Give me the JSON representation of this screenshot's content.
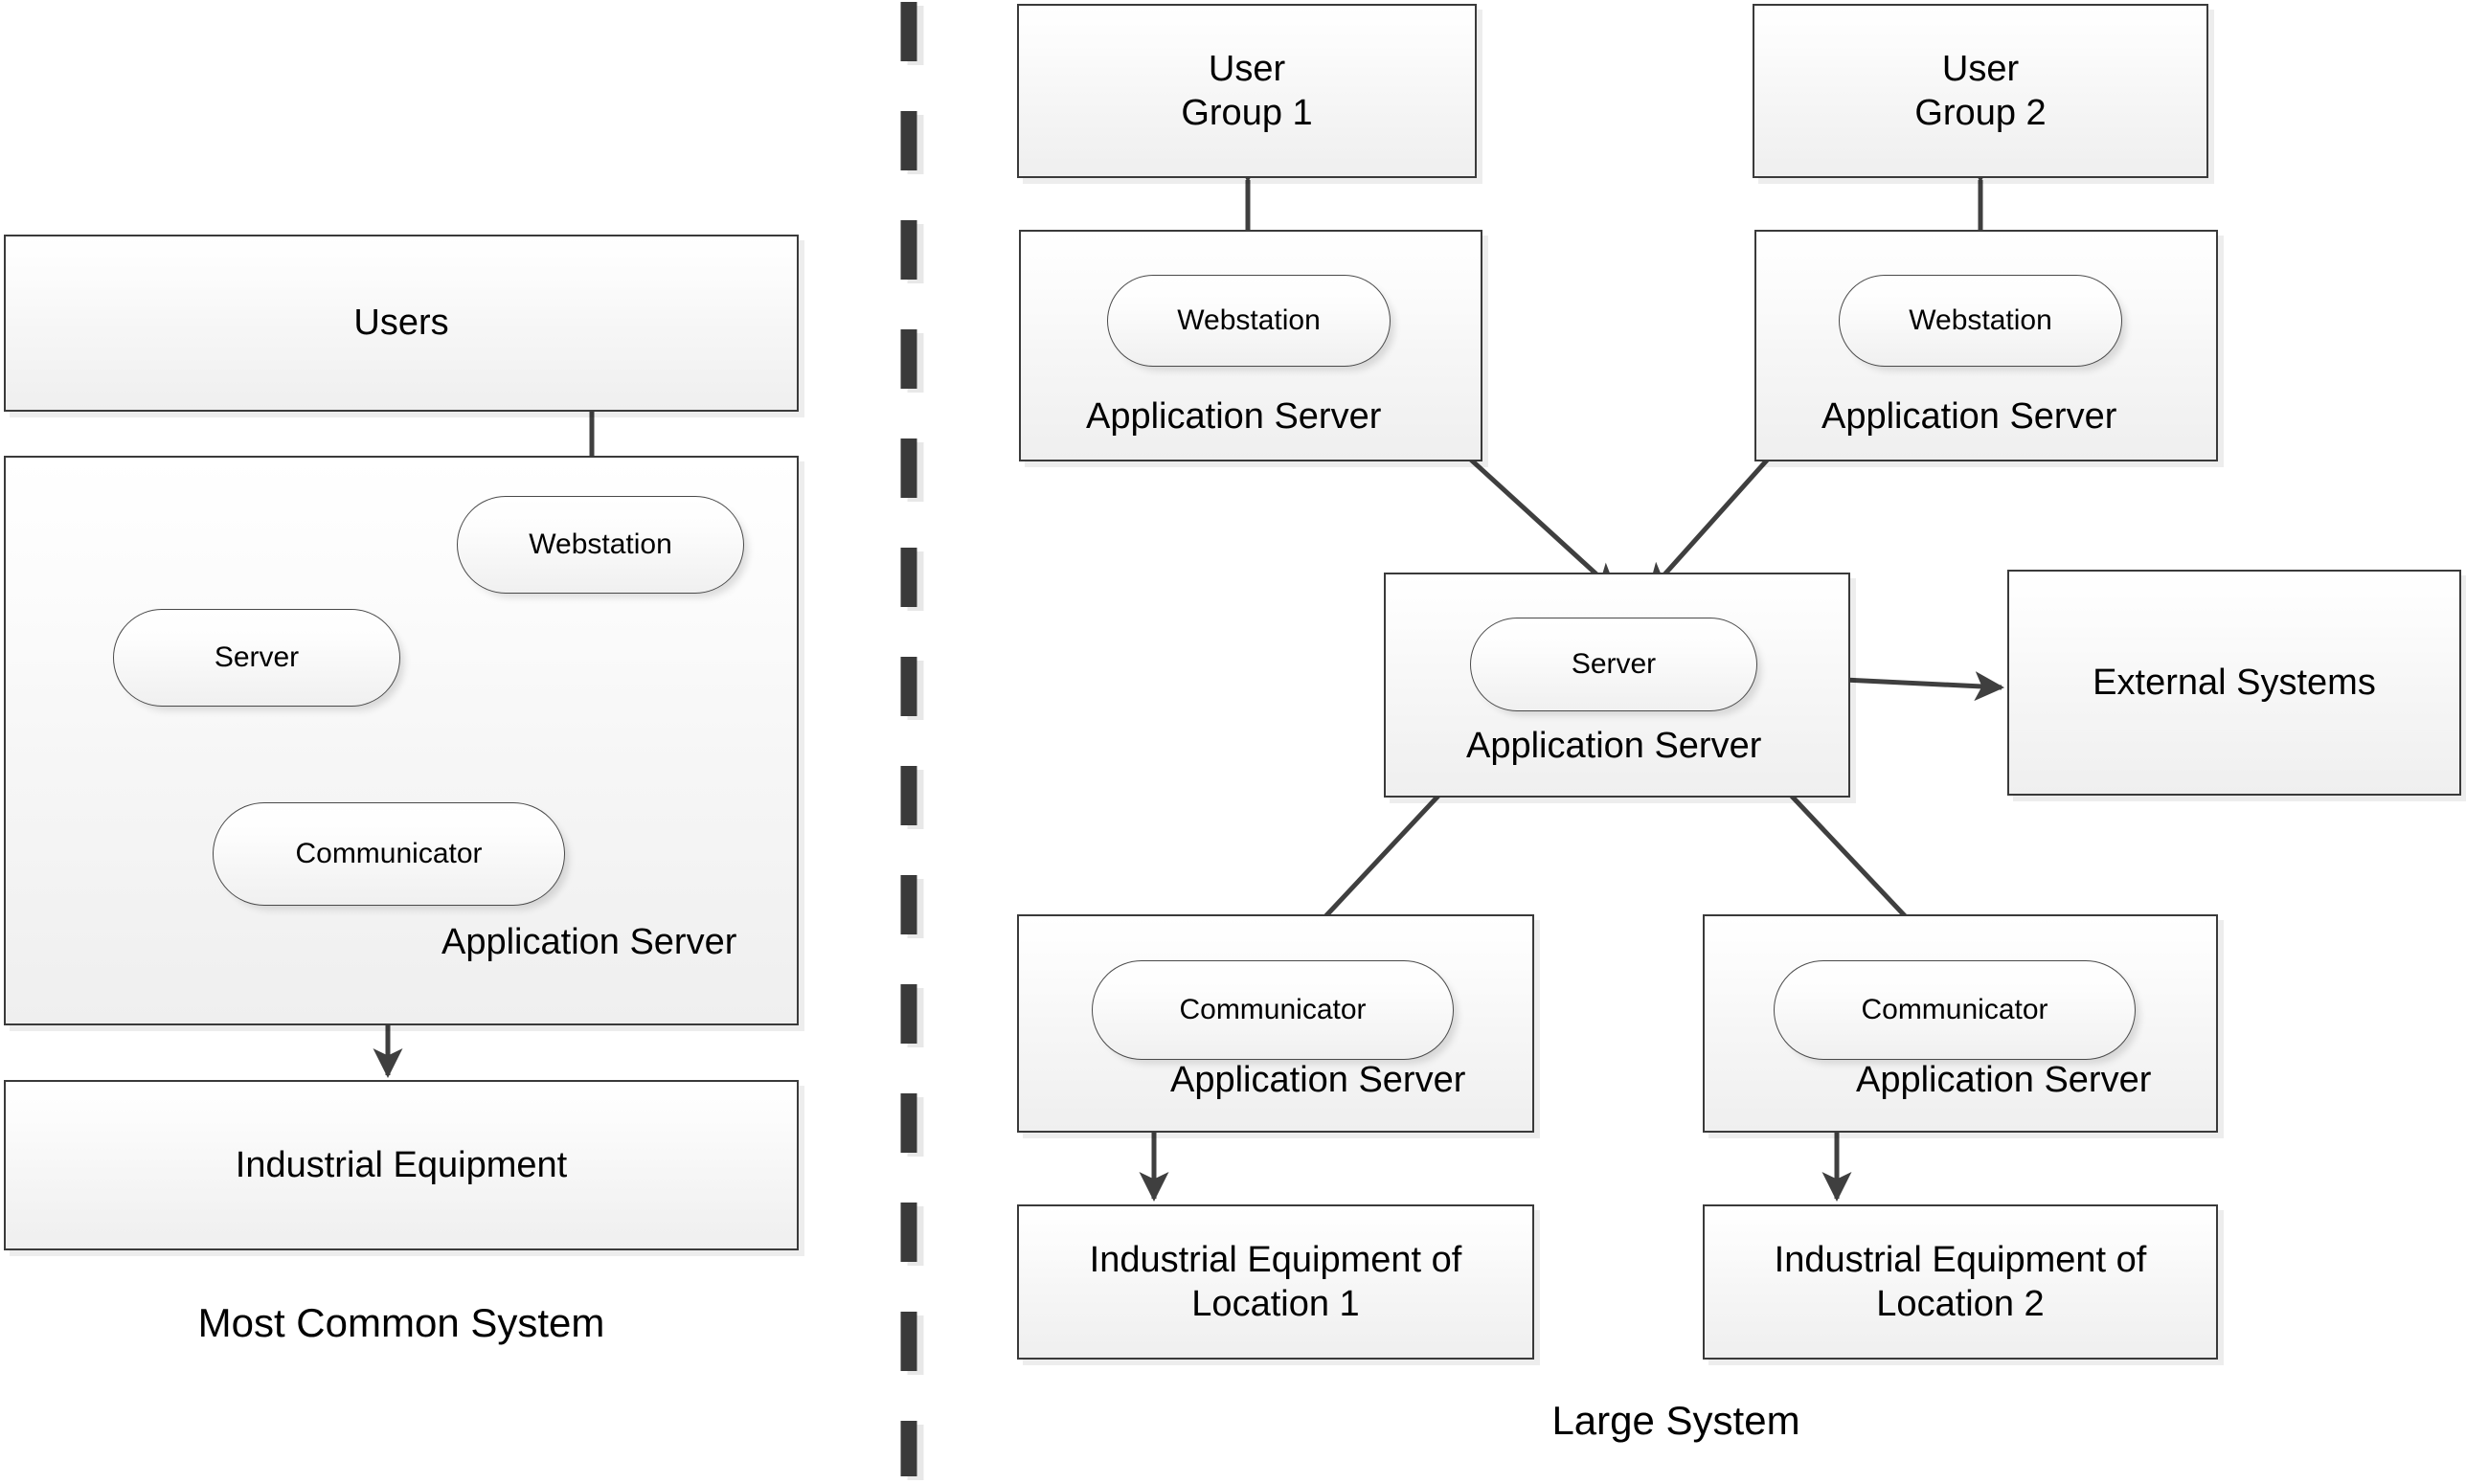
{
  "diagram": {
    "title_left": "Most Common System",
    "title_right": "Large System",
    "divider": {
      "style": "dashed-vertical",
      "color": "#3a3a3a"
    }
  },
  "left_system": {
    "users_box": {
      "label": "Users"
    },
    "app_server_box": {
      "label": "Application Server"
    },
    "webstation_pill": {
      "label": "Webstation"
    },
    "server_pill": {
      "label": "Server"
    },
    "communicator_pill": {
      "label": "Communicator"
    },
    "industrial_equipment_box": {
      "label": "Industrial Equipment"
    },
    "caption": "Most Common System"
  },
  "right_system": {
    "user_group_1_box": {
      "label": "User\nGroup 1"
    },
    "user_group_2_box": {
      "label": "User\nGroup 2"
    },
    "app_server_ws1_box": {
      "label": "Application Server"
    },
    "app_server_ws2_box": {
      "label": "Application Server"
    },
    "webstation_1_pill": {
      "label": "Webstation"
    },
    "webstation_2_pill": {
      "label": "Webstation"
    },
    "app_server_central_box": {
      "label": "Application Server"
    },
    "server_pill": {
      "label": "Server"
    },
    "external_systems_box": {
      "label": "External Systems"
    },
    "app_server_comm1_box": {
      "label": "Application Server"
    },
    "app_server_comm2_box": {
      "label": "Application Server"
    },
    "communicator_1_pill": {
      "label": "Communicator"
    },
    "communicator_2_pill": {
      "label": "Communicator"
    },
    "industrial_equipment_1_box": {
      "label": "Industrial Equipment of\nLocation 1"
    },
    "industrial_equipment_2_box": {
      "label": "Industrial Equipment of\nLocation 2"
    },
    "caption": "Large System"
  },
  "connections": [
    {
      "from": "users_box",
      "to": "webstation_pill",
      "direction": "bidirectional"
    },
    {
      "from": "webstation_pill",
      "to": "server_pill",
      "direction": "bidirectional"
    },
    {
      "from": "server_pill",
      "to": "communicator_pill",
      "direction": "bidirectional"
    },
    {
      "from": "communicator_pill",
      "to": "industrial_equipment_box",
      "direction": "bidirectional"
    },
    {
      "from": "user_group_1_box",
      "to": "webstation_1_pill",
      "direction": "bidirectional"
    },
    {
      "from": "user_group_2_box",
      "to": "webstation_2_pill",
      "direction": "bidirectional"
    },
    {
      "from": "webstation_1_pill",
      "to": "server_pill",
      "direction": "bidirectional"
    },
    {
      "from": "webstation_2_pill",
      "to": "server_pill",
      "direction": "bidirectional"
    },
    {
      "from": "server_pill",
      "to": "external_systems_box",
      "direction": "bidirectional"
    },
    {
      "from": "server_pill",
      "to": "communicator_1_pill",
      "direction": "bidirectional"
    },
    {
      "from": "server_pill",
      "to": "communicator_2_pill",
      "direction": "bidirectional"
    },
    {
      "from": "communicator_1_pill",
      "to": "industrial_equipment_1_box",
      "direction": "bidirectional"
    },
    {
      "from": "communicator_2_pill",
      "to": "industrial_equipment_2_box",
      "direction": "bidirectional"
    }
  ]
}
